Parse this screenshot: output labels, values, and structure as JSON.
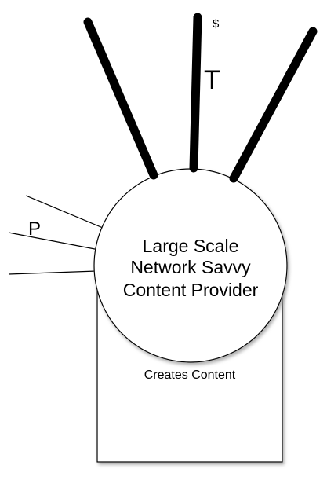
{
  "diagram": {
    "main_label": [
      "Large Scale",
      "Network Savvy",
      "Content Provider"
    ],
    "box_label": "Creates Content",
    "thick_line_label": "T",
    "dollar_label": "$",
    "thin_line_label": "P",
    "colors": {
      "stroke": "#000000",
      "fill": "#ffffff",
      "shadow": "#9a9a9a"
    }
  }
}
